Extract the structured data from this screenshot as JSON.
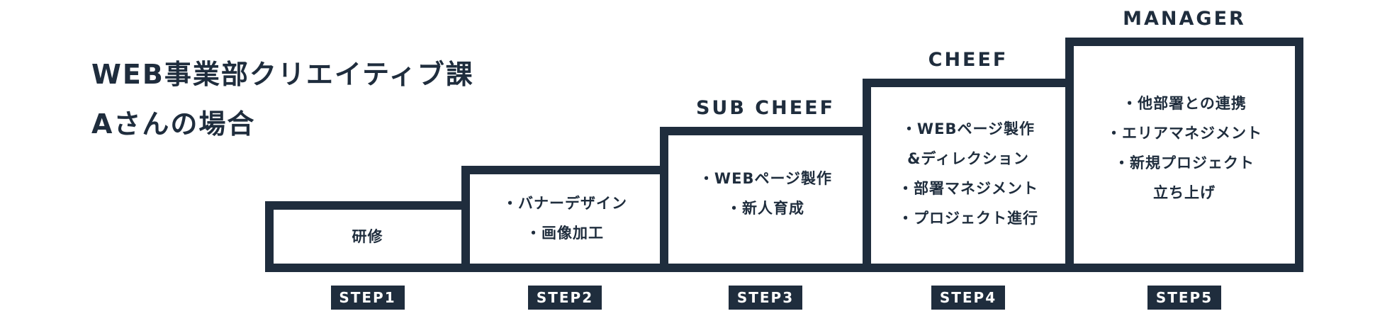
{
  "heading": {
    "line1": "WEB事業部クリエイティブ課",
    "line2": "Aさんの場合"
  },
  "steps": [
    {
      "badge": "STEP1",
      "role": "",
      "items": [
        "研修"
      ]
    },
    {
      "badge": "STEP2",
      "role": "",
      "items": [
        "・バナーデザイン",
        "・画像加工"
      ]
    },
    {
      "badge": "STEP3",
      "role": "SUB CHEEF",
      "items": [
        "・WEBページ製作",
        "・新人育成"
      ]
    },
    {
      "badge": "STEP4",
      "role": "CHEEF",
      "items": [
        "・WEBページ製作",
        "&ディレクション",
        "・部署マネジメント",
        "・プロジェクト進行"
      ]
    },
    {
      "badge": "STEP5",
      "role": "MANAGER",
      "items": [
        "・他部署との連携",
        "・エリアマネジメント",
        "・新規プロジェクト",
        "立ち上げ"
      ]
    }
  ],
  "colors": {
    "primary": "#1f2d3d",
    "background": "#ffffff"
  }
}
